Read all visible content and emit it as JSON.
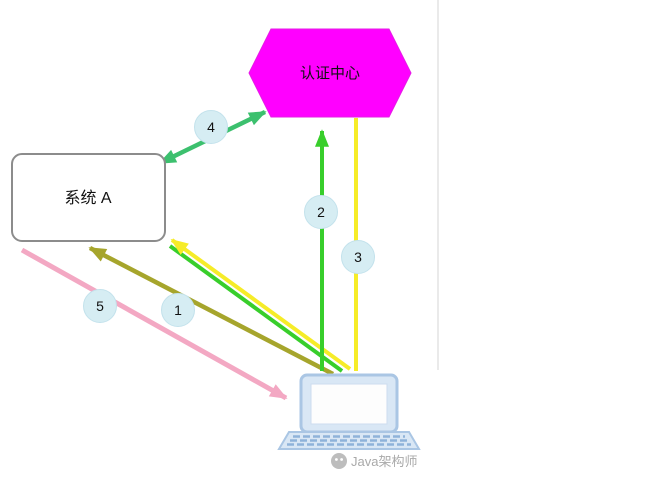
{
  "diagram": {
    "auth_center": {
      "label": "认证中心"
    },
    "system_a": {
      "label": "系统 A"
    },
    "steps": {
      "s1": "1",
      "s2": "2",
      "s3": "3",
      "s4": "4",
      "s5": "5"
    },
    "watermark": {
      "text": "Java架构师"
    }
  },
  "colors": {
    "auth_center_fill": "#FF00FF",
    "arrow_validate_green": "#3CC06E",
    "arrow_login_green": "#38CE2B",
    "arrow_ticket_yellow": "#F6EC28",
    "arrow_access_olive": "#A6A52C",
    "arrow_resource_pink": "#F3A8C3",
    "step_badge_fill": "#D6EDF3",
    "laptop_fill": "#D9E7F5",
    "laptop_stroke": "#AAC6E4"
  }
}
